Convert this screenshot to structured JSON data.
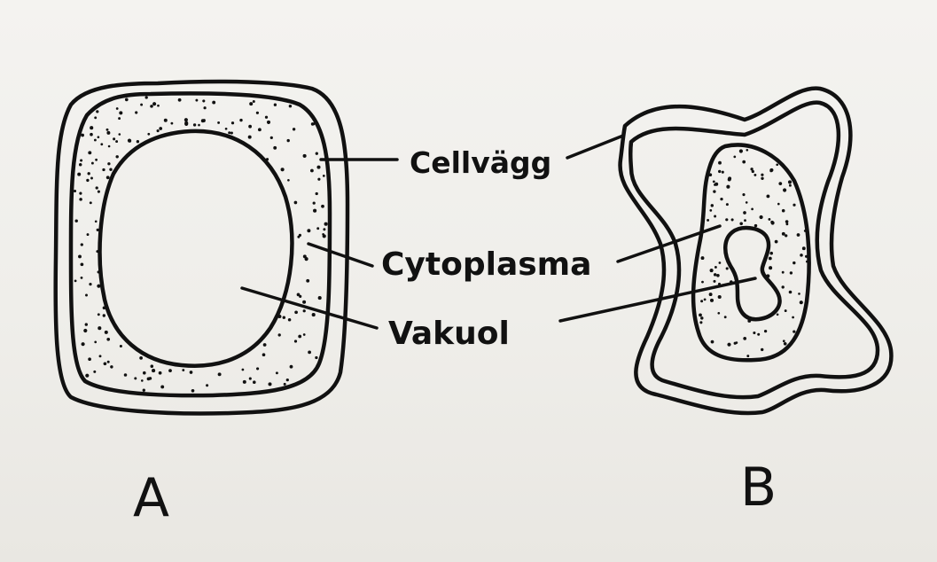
{
  "labels": {
    "cell_wall": "Cellvägg",
    "cytoplasm": "Cytoplasma",
    "vacuole": "Vakuol"
  },
  "panels": {
    "a": "A",
    "b": "B"
  }
}
